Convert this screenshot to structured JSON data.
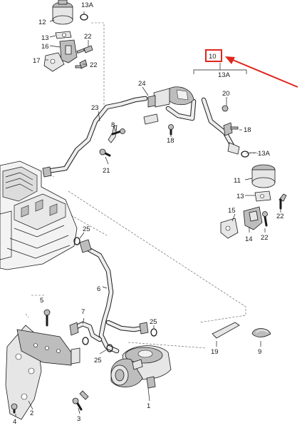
{
  "colors": {
    "highlight_box": "#e0261c",
    "arrow": "#e0261c",
    "line_art": "#1a1a1a"
  },
  "labels": {
    "p1": "1",
    "p2": "2",
    "p3": "3",
    "p4": "4",
    "p5": "5",
    "p6": "6",
    "p7": "7",
    "p8": "8",
    "p9": "9",
    "p10": "10",
    "p11": "11",
    "p12": "12",
    "p13": "13",
    "p13a": "13A",
    "p14": "14",
    "p15": "15",
    "p16": "16",
    "p17": "17",
    "p18": "18",
    "p19": "19",
    "p20": "20",
    "p21": "21",
    "p22": "22",
    "p23": "23",
    "p24": "24",
    "p25": "25"
  }
}
